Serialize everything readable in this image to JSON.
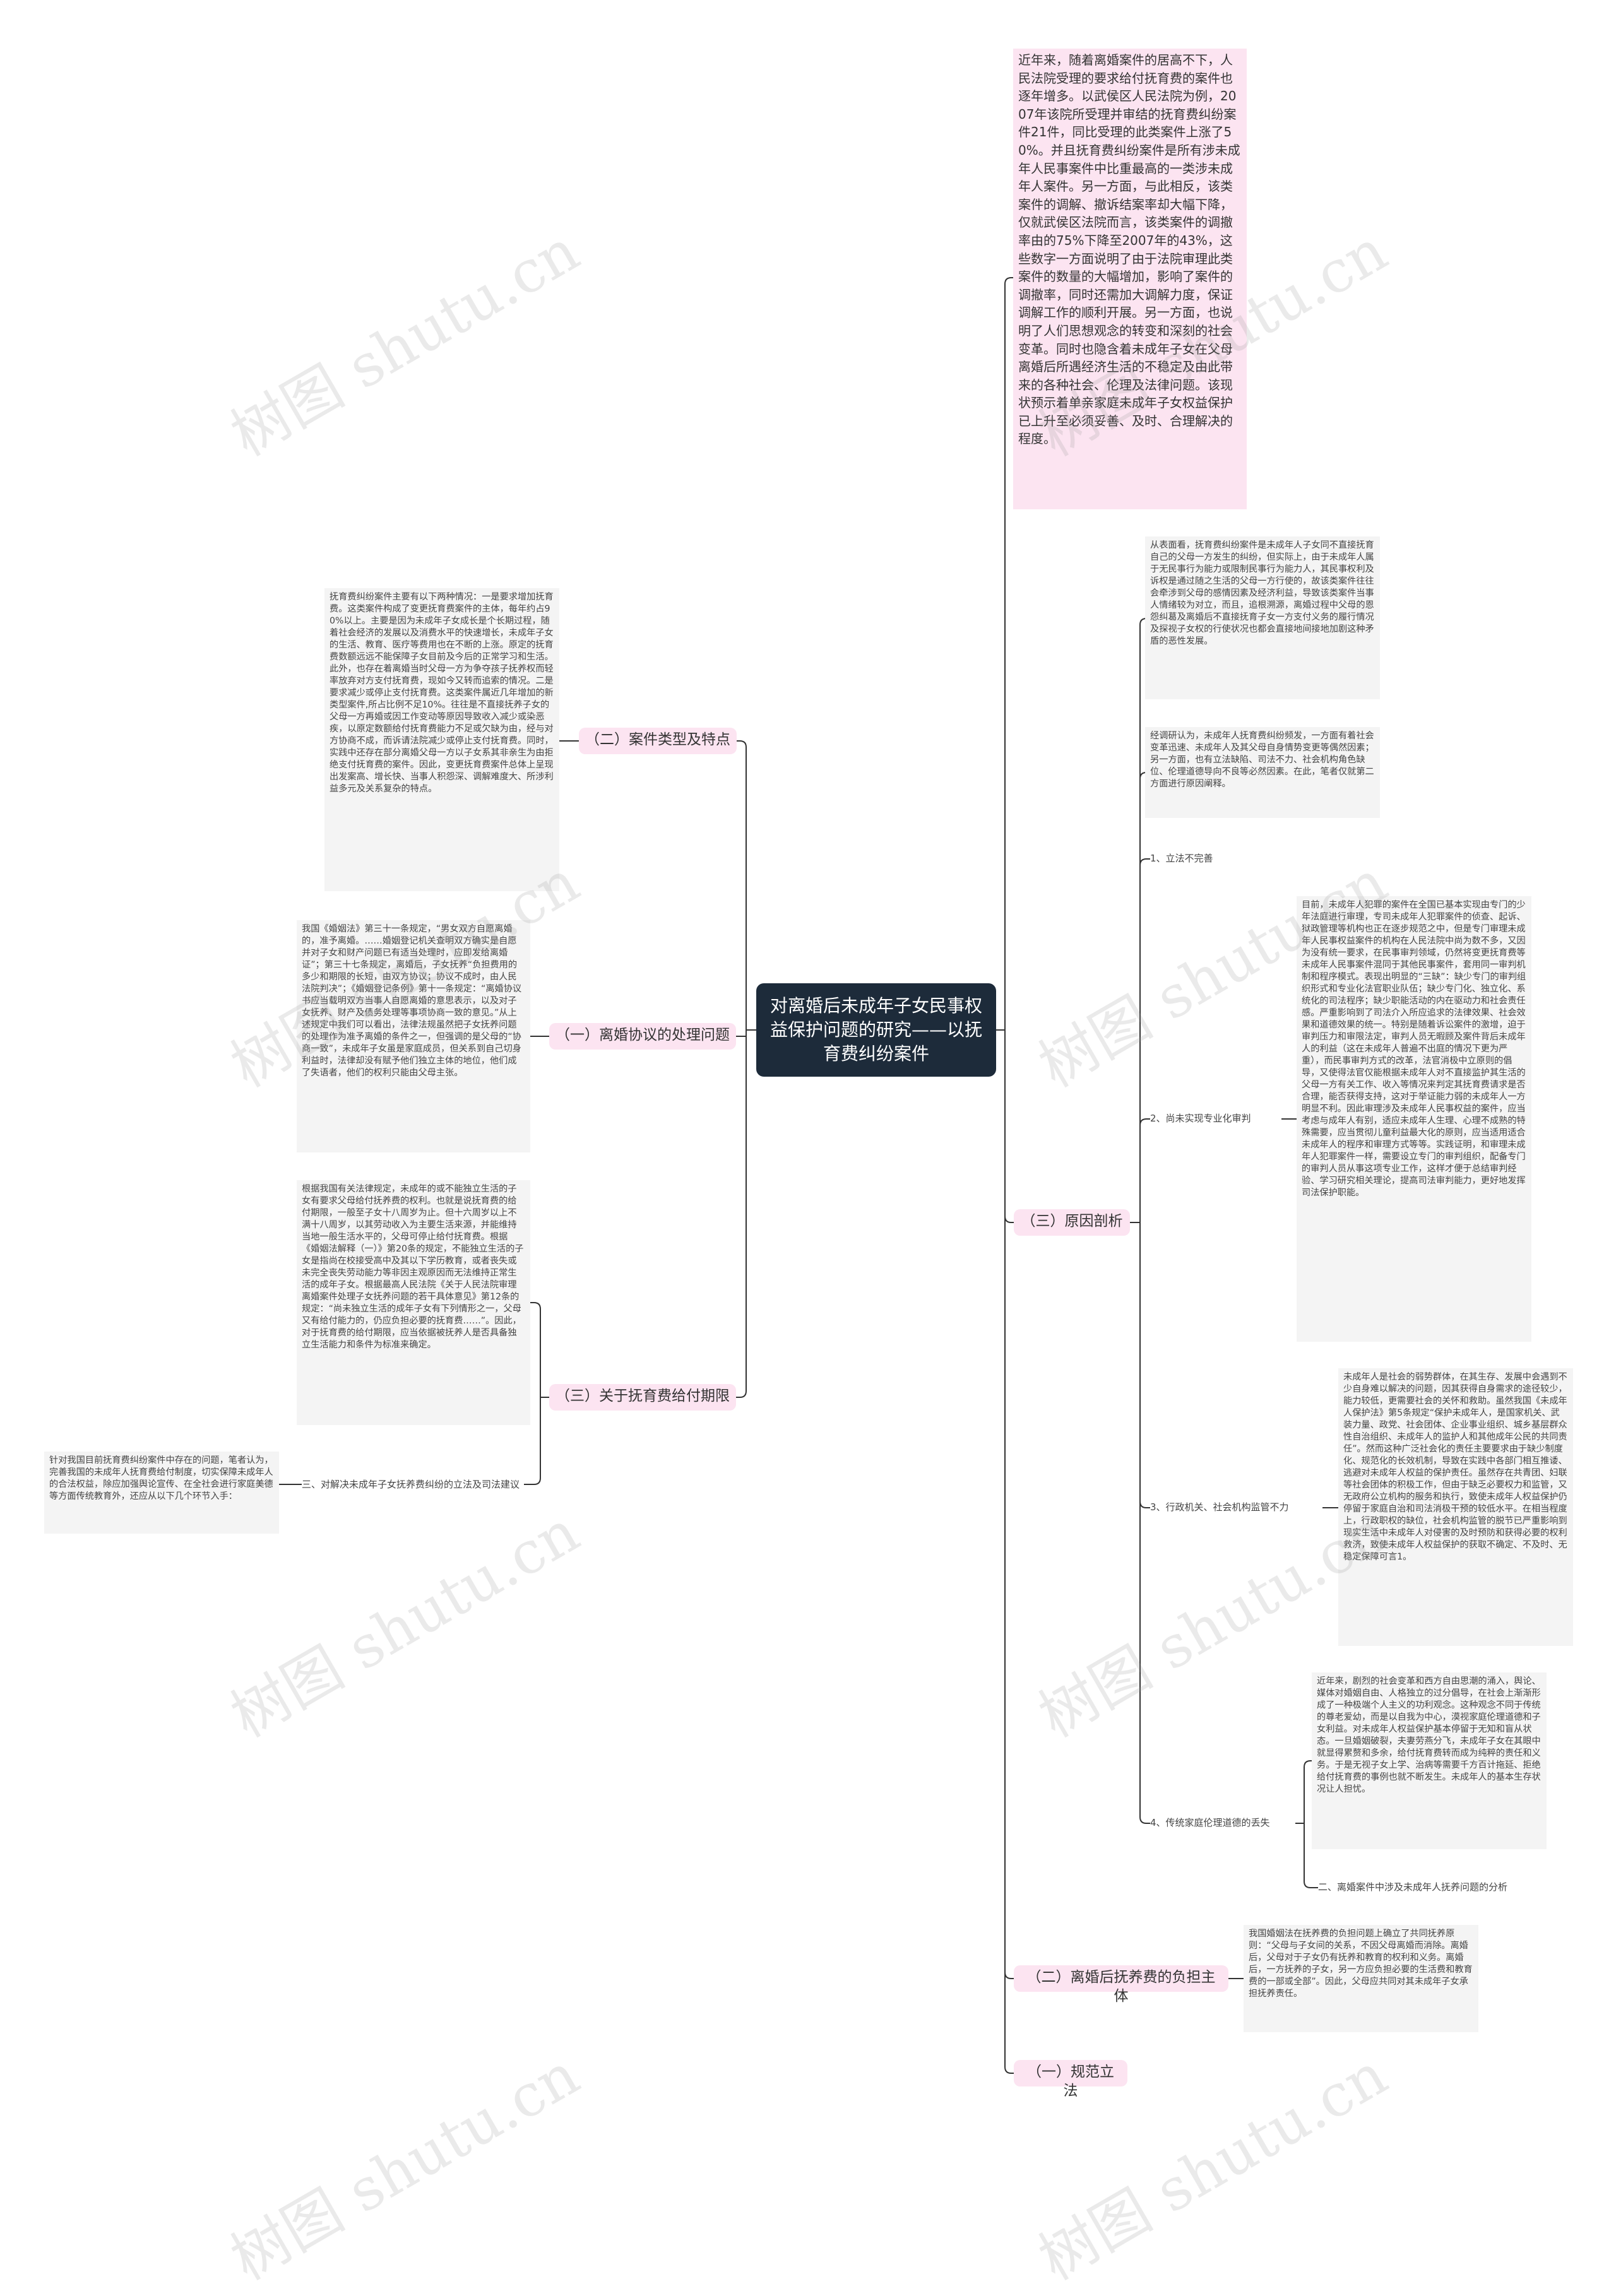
{
  "watermark": "树图 shutu.cn",
  "root": "对离婚后未成年子女民事权益保护问题的研究——以抚育费纠纷案件",
  "left": {
    "case_types": {
      "label": "（二）案件类型及特点",
      "text": "抚育费纠纷案件主要有以下两种情况：一是要求增加抚育费。这类案件构成了变更抚育费案件的主体，每年约占90%以上。主要是因为未成年子女成长是个长期过程，随着社会经济的发展以及消费水平的快速增长，未成年子女的生活、教育、医疗等费用也在不断的上涨。原定的抚育费数额远远不能保障子女目前及今后的正常学习和生活。此外，也存在着离婚当时父母一方为争夺孩子抚养权而轻率放弃对方支付抚育费，现如今又转而追索的情况。二是要求减少或停止支付抚育费。这类案件属近几年增加的新类型案件,所占比例不足10%。往往是不直接抚养子女的父母一方再婚或因工作变动等原因导致收入减少或染恶疾，以原定数额给付抚育费能力不足或欠缺为由，经与对方协商不成，而诉请法院减少或停止支付抚育费。同时，实践中还存在部分离婚父母一方以子女系其非亲生为由拒绝支付抚育费的案件。因此，变更抚育费案件总体上呈现出发案高、增长快、当事人积怨深、调解难度大、所涉利益多元及关系复杂的特点。"
    },
    "divorce_agreement": {
      "label": "（一）离婚协议的处理问题",
      "text": "我国《婚姻法》第三十一条规定，“男女双方自愿离婚的，准予离婚。……婚姻登记机关查明双方确实是自愿并对子女和财产问题已有适当处理时，应即发给离婚证”；第三十七条规定，离婚后，子女抚养“负担费用的多少和期限的长短，由双方协议；协议不成时，由人民法院判决”；《婚姻登记条例》第十一条规定：“离婚协议书应当载明双方当事人自愿离婚的意思表示，以及对子女抚养、财产及债务处理等事项协商一致的意见。”从上述规定中我们可以看出，法律法规虽然把子女抚养问题的处理作为准予离婚的条件之一，但强调的是父母的“协商一致”，未成年子女虽是家庭成员，但关系到自己切身利益时，法律却没有赋予他们独立主体的地位，他们成了失语者，他们的权利只能由父母主张。"
    },
    "payment_period": {
      "label": "（三）关于抚育费给付期限",
      "text": "根据我国有关法律规定，未成年的或不能独立生活的子女有要求父母给付抚养费的权利。也就是说抚育费的给付期限，一般至子女十八周岁为止。但十六周岁以上不满十八周岁，以其劳动收入为主要生活来源，并能维持当地一般生活水平的，父母可停止给付抚育费。根据《婚姻法解释（一）》第20条的规定，不能独立生活的子女是指尚在校接受高中及其以下学历教育，或者丧失或未完全丧失劳动能力等非因主观原因而无法维持正常生活的成年子女。根据最高人民法院《关于人民法院审理离婚案件处理子女抚养问题的若干具体意见》第12条的规定：“尚未独立生活的成年子女有下列情形之一，父母又有给付能力的，仍应负担必要的抚育费……”。因此，对于抚育费的给付期限，应当依据被抚养人是否具备独立生活能力和条件为标准来确定。"
    },
    "suggestions": {
      "label": "三、对解决未成年子女抚养费纠纷的立法及司法建议",
      "text": "针对我国目前抚育费纠纷案件中存在的问题，笔者认为，完善我国的未成年人抚育费给付制度，切实保障未成年人的合法权益，除应加强舆论宣传、在全社会进行家庭美德等方面传统教育外，还应从以下几个环节入手："
    }
  },
  "right": {
    "intro": "近年来，随着离婚案件的居高不下，人民法院受理的要求给付抚育费的案件也逐年增多。以武侯区人民法院为例，2007年该院所受理并审结的抚育费纠纷案件21件，同比受理的此类案件上涨了50%。并且抚育费纠纷案件是所有涉未成年人民事案件中比重最高的一类涉未成年人案件。另一方面，与此相反，该类案件的调解、撤诉结案率却大幅下降，仅就武侯区法院而言，该类案件的调撤率由的75%下降至2007年的43%，这些数字一方面说明了由于法院审理此类案件的数量的大幅增加，影响了案件的调撤率，同时还需加大调解力度，保证调解工作的顺利开展。另一方面，也说明了人们思想观念的转变和深刻的社会变革。同时也隐含着未成年子女在父母离婚后所遇经济生活的不稳定及由此带来的各种社会、伦理及法律问题。该现状预示着单亲家庭未成年子女权益保护已上升至必须妥善、及时、合理解决的程度。",
    "cause": {
      "label": "（三）原因剖析",
      "surface": "从表面看，抚育费纠纷案件是未成年人子女同不直接抚育自己的父母一方发生的纠纷，但实际上，由于未成年人属于无民事行为能力或限制民事行为能力人，其民事权利及诉权是通过随之生活的父母一方行使的，故该类案件往往会牵涉到父母的感情因素及经济利益，导致该类案件当事人情绪较为对立，而且，追根溯源，离婚过程中父母的恩怨纠葛及离婚后不直接抚育子女一方支付义务的履行情况及探视子女权的行使状况也都会直接地间接地加剧这种矛盾的恶性发展。",
      "research": "经调研认为，未成年人抚育费纠纷频发，一方面有着社会变革迅速、未成年人及其父母自身情势变更等偶然因素；另一方面，也有立法缺陷、司法不力、社会机构角色缺位、伦理道德导向不良等必然因素。在此，笔者仅就第二方面进行原因阐释。",
      "item1": "1、立法不完善",
      "item2": {
        "label": "2、尚未实现专业化审判",
        "text": "目前，未成年人犯罪的案件在全国已基本实现由专门的少年法庭进行审理，专司未成年人犯罪案件的侦查、起诉、狱政管理等机构也正在逐步规范之中，但是专门审理未成年人民事权益案件的机构在人民法院中尚为数不多，又因为没有统一要求，在民事审判领域，仍然将变更抚育费等未成年人民事案件混同于其他民事案件，套用同一审判机制和程序模式。表现出明显的“三缺”：缺少专门的审判组织形式和专业化法官职业队伍；缺少专门化、独立化、系统化的司法程序；缺少职能活动的内在驱动力和社会责任感。严重影响到了司法介入所应追求的法律效果、社会效果和道德效果的统一。特别是随着诉讼案件的激增，迫于审判压力和审限法定，审判人员无暇顾及案件背后未成年人的利益（这在未成年人普遍不出庭的情况下更为严重），而民事审判方式的改革，法官消极中立原则的倡导，又使得法官仅能根据未成年人对不直接监护其生活的父母一方有关工作、收入等情况来判定其抚育费请求是否合理，能否获得支持，这对于举证能力弱的未成年人一方明显不利。因此审理涉及未成年人民事权益的案件，应当考虑与成年人有别，适应未成年人生理、心理不成熟的特殊需要，应当贯彻儿童利益最大化的原则，应当适用适合未成年人的程序和审理方式等等。实践证明，和审理未成年人犯罪案件一样，需要设立专门的审判组织，配备专门的审判人员从事这项专业工作，这样才便于总结审判经验、学习研究相关理论，提高司法审判能力，更好地发挥司法保护职能。"
      },
      "item3": {
        "label": "3、行政机关、社会机构监管不力",
        "text": "未成年人是社会的弱势群体，在其生存、发展中会遇到不少自身难以解决的问题，因其获得自身需求的途径较少，能力较低，更需要社会的关怀和救助。虽然我国《未成年人保护法》第5条规定“保护未成年人，是国家机关、武装力量、政党、社会团体、企业事业组织、城乡基层群众性自治组织、未成年人的监护人和其他成年公民的共同责任”。然而这种广泛社会化的责任主要要求由于缺少制度化、规范化的长效机制，导致在实践中各部门相互推诿、逃避对未成年人权益的保护责任。虽然存在共青团、妇联等社会团体的积极工作，但由于缺乏必要权力和监管，又无政府公立机构的服务和执行，致使未成年人权益保护仍停留于家庭自治和司法消极干预的较低水平。在相当程度上，行政职权的缺位，社会机构监管的脱节已严重影响到现实生活中未成年人对侵害的及时预防和获得必要的权利救济，致使未成年人权益保护的获取不确定、不及时、无稳定保障可言1。"
      },
      "item4": {
        "label": "4、传统家庭伦理道德的丢失",
        "text": "近年来，剧烈的社会变革和西方自由思潮的涌入，舆论、媒体对婚姻自由、人格独立的过分倡导，在社会上渐渐形成了一种极端个人主义的功利观念。这种观念不同于传统的尊老爱幼，而是以自我为中心，漠视家庭伦理道德和子女利益。对未成年人权益保护基本停留于无知和盲从状态。一旦婚姻破裂，夫妻劳燕分飞，未成年子女在其眼中就显得累赘和多余，给付抚育费转而成为纯粹的责任和义务。于是无视子女上学、治病等需要千方百计拖延、拒绝给付抚育费的事例也就不断发生。未成年人的基本生存状况让人担忧。"
      },
      "analysis": "二、离婚案件中涉及未成年人抚养问题的分析"
    },
    "burden": {
      "label": "（二）离婚后抚养费的负担主体",
      "text": "我国婚姻法在抚养费的负担问题上确立了共同抚养原则：“父母与子女间的关系，不因父母离婚而消除。离婚后，父母对于子女仍有抚养和教育的权利和义务。离婚后，一方抚养的子女，另一方应负担必要的生活费和教育费的一部或全部”。因此，父母应共同对其未成年子女承担抚养责任。"
    },
    "legislation": {
      "label": "（一）规范立法"
    }
  }
}
